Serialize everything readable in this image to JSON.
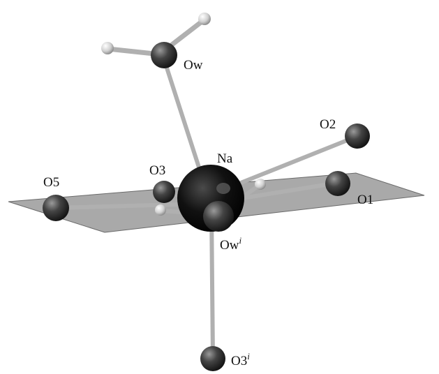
{
  "figure": {
    "labels": {
      "ow": "Ow",
      "na": "Na",
      "o2": "O2",
      "o3": "O3",
      "o5": "O5",
      "o1": "O1",
      "owi_base": "Ow",
      "owi_sup": "i",
      "o3i_base": "O3",
      "o3i_sup": "i"
    },
    "colors": {
      "plane_fill": "#9a9a9a",
      "plane_stroke": "#6a6a6a",
      "bond": "#b4b4b4",
      "oxygen": "#3a3a3a",
      "hydrogen": "#d6d6d6",
      "sodium": "#0e0e0e"
    }
  }
}
